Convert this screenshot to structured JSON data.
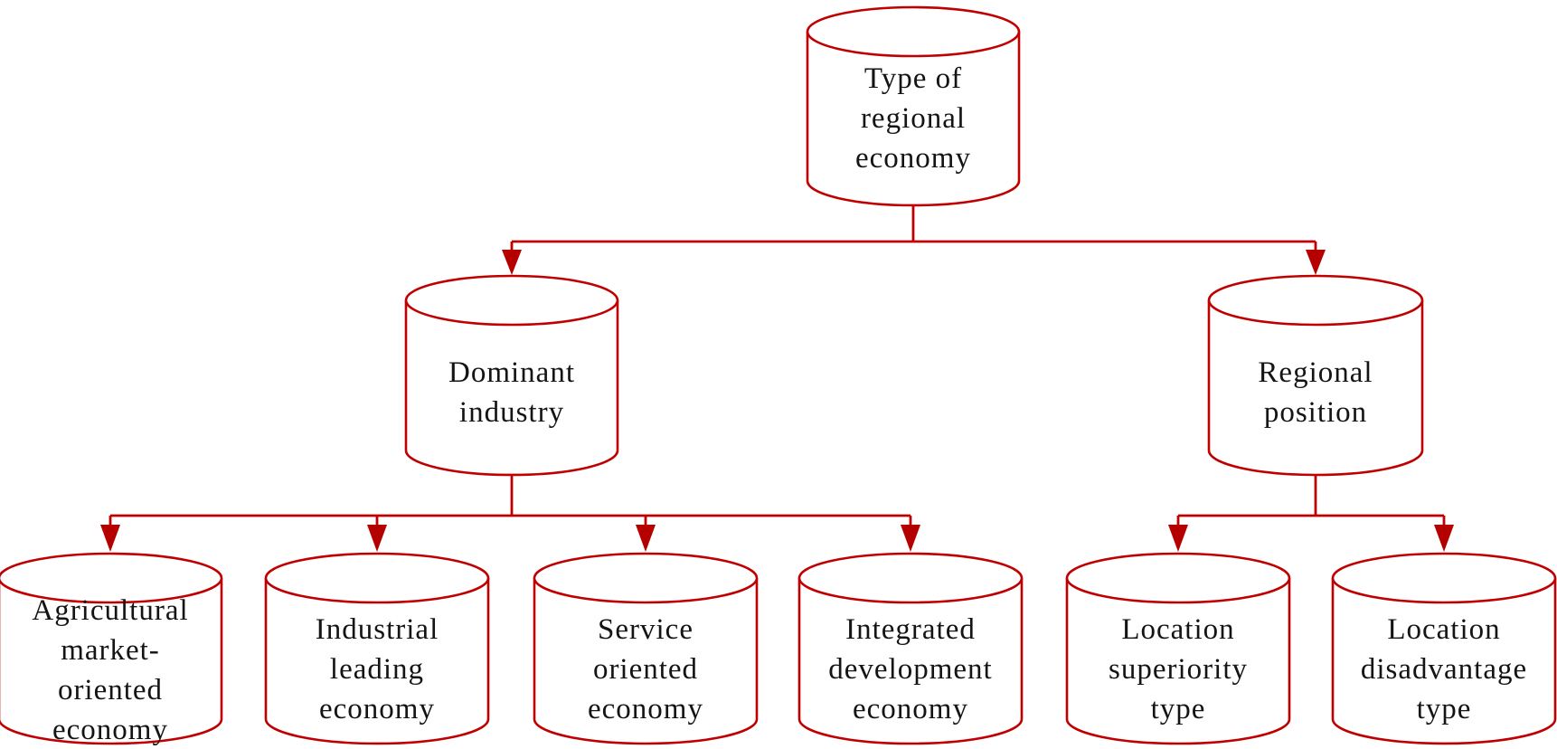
{
  "diagram": {
    "type": "hierarchy",
    "shape_style": "cylinder",
    "colors": {
      "outline": "#c00000",
      "arrow": "#b50000",
      "text": "#141414",
      "background": "#ffffff"
    },
    "nodes": {
      "root": {
        "label": "Type of\nregional\neconomy"
      },
      "dominant_industry": {
        "label": "Dominant\nindustry"
      },
      "regional_position": {
        "label": "Regional\nposition"
      },
      "agricultural": {
        "label": "Agricultural\nmarket-\noriented\neconomy"
      },
      "industrial": {
        "label": "Industrial\nleading\neconomy"
      },
      "service": {
        "label": "Service\noriented\neconomy"
      },
      "integrated": {
        "label": "Integrated\ndevelopment\neconomy"
      },
      "location_superiority": {
        "label": "Location\nsuperiority\ntype"
      },
      "location_disadvantage": {
        "label": "Location\ndisadvantage\ntype"
      }
    },
    "edges": [
      {
        "from": "root",
        "to": "dominant_industry"
      },
      {
        "from": "root",
        "to": "regional_position"
      },
      {
        "from": "dominant_industry",
        "to": "agricultural"
      },
      {
        "from": "dominant_industry",
        "to": "industrial"
      },
      {
        "from": "dominant_industry",
        "to": "service"
      },
      {
        "from": "dominant_industry",
        "to": "integrated"
      },
      {
        "from": "regional_position",
        "to": "location_superiority"
      },
      {
        "from": "regional_position",
        "to": "location_disadvantage"
      }
    ]
  }
}
